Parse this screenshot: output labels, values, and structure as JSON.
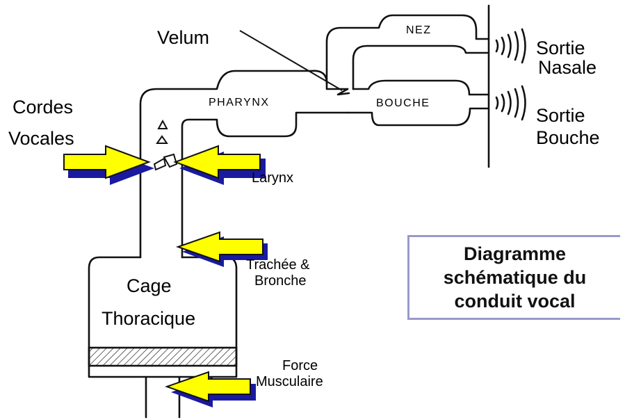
{
  "labels": {
    "cordes": "Cordes",
    "vocales": "Vocales",
    "velum": "Velum",
    "nez": "NEZ",
    "pharynx": "PHARYNX",
    "bouche": "BOUCHE",
    "sortie_nasale_1": "Sortie",
    "sortie_nasale_2": "Nasale",
    "sortie_bouche_1": "Sortie",
    "sortie_bouche_2": "Bouche",
    "larynx": "Larynx",
    "trachee_1": "Trachée &",
    "trachee_2": "Bronche",
    "cage_1": "Cage",
    "cage_2": "Thoracique",
    "force_1": "Force",
    "force_2": "Musculaire"
  },
  "title": {
    "line1": "Diagramme",
    "line2": "schématique du",
    "line3": "conduit vocal"
  },
  "colors": {
    "arrow_fill": "#ffff00",
    "arrow_shadow": "#1a1aa0",
    "box_border": "#9999cc",
    "ink": "#111111"
  }
}
